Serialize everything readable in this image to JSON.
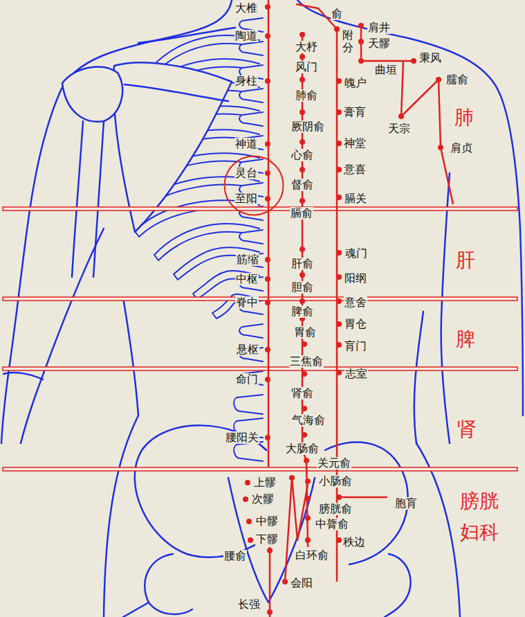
{
  "diagram": {
    "nodes": [
      {
        "text": [
          "灵台",
          "至阳"
        ]
      }
    ],
    "labels": [
      "俞",
      "大椎",
      "陶道",
      "身柱",
      "神道",
      "筋缩",
      "中枢",
      "脊中",
      "悬枢",
      "命门",
      "腰阳关",
      "上髎",
      "次髎",
      "中髎",
      "下髎",
      "腰俞",
      "长强",
      "大杼",
      "风门",
      "肺俞",
      "厥阴俞",
      "心俞",
      "督俞",
      "膈俞",
      "肝俞",
      "胆俞",
      "脾俞",
      "胃俞",
      "三焦俞",
      "肾俞",
      "气海俞",
      "大肠俞",
      "关元俞",
      "小肠俞",
      "膀胱俞",
      "中膂俞",
      "白环俞",
      "会阳",
      "附分",
      "魄户",
      "膏肓",
      "神堂",
      "意喜",
      "膈关",
      "魂门",
      "阳纲",
      "意舍",
      "胃仓",
      "肓门",
      "志室",
      "胞肓",
      "秩边",
      "肩井",
      "天髎",
      "曲垣",
      "秉风",
      "臑俞",
      "天宗",
      "肩贞",
      "肺",
      "肝",
      "脾",
      "肾",
      "膀胱 妇科"
    ]
  }
}
